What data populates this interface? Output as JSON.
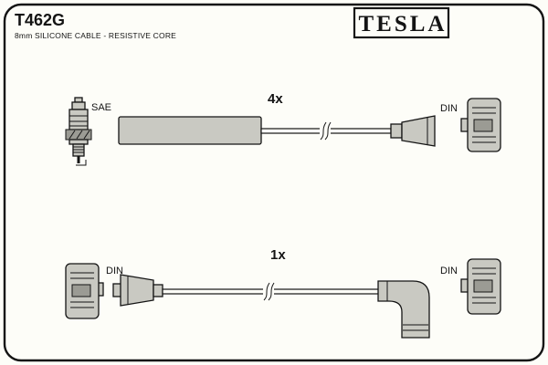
{
  "header": {
    "part_number": "T462G",
    "spec": "8mm SILICONE CABLE - RESISTIVE CORE",
    "brand": "TESLA"
  },
  "rows": {
    "top": {
      "plug_label": "SAE",
      "quantity": "4x",
      "connector_label": "DIN"
    },
    "bottom": {
      "left_label": "DIN",
      "quantity": "1x",
      "right_label": "DIN"
    }
  },
  "colors": {
    "part_fill": "#c9c9c2",
    "part_dark": "#9b9b94",
    "outline": "#141414",
    "background": "#fdfdf8"
  }
}
